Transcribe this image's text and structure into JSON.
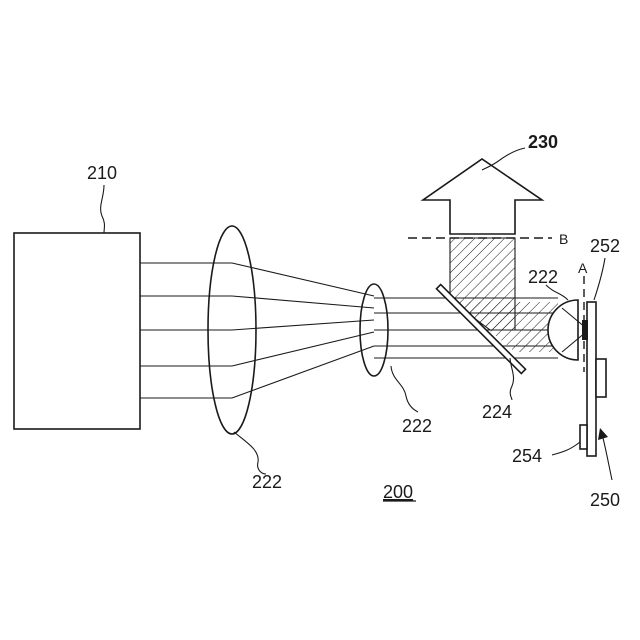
{
  "labels": {
    "source": "210",
    "lens_large": "222",
    "lens_small": "222",
    "lens_focus": "222",
    "output": "230",
    "mirror": "224",
    "plane_b": "B",
    "plane_a": "A",
    "sample": "252",
    "holder": "254",
    "stage": "250",
    "system": "200"
  }
}
